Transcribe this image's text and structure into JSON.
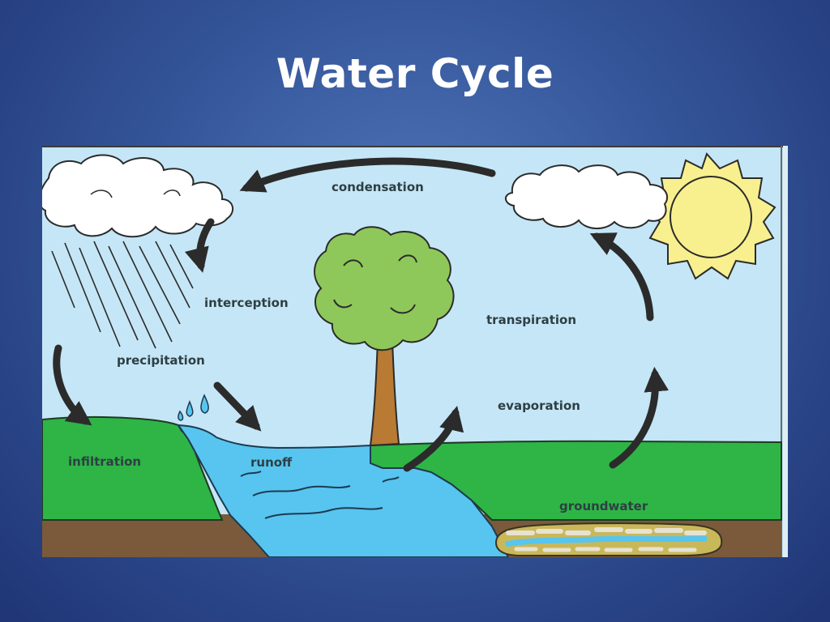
{
  "slide": {
    "title": "Water Cycle"
  },
  "diagram": {
    "labels": {
      "condensation": "condensation",
      "interception": "interception",
      "precipitation": "precipitation",
      "transpiration": "transpiration",
      "evaporation": "evaporation",
      "infiltration": "infiltration",
      "runoff": "runoff",
      "groundwater": "groundwater"
    },
    "colors": {
      "sky": "#c5e6f6",
      "ground": "#2eb546",
      "soil": "#7a5a3a",
      "water": "#57c5ef",
      "sun": "#f8ef8f",
      "foliage": "#8fc85a",
      "trunk": "#b97a34",
      "arrow": "#2b2b2b"
    }
  }
}
